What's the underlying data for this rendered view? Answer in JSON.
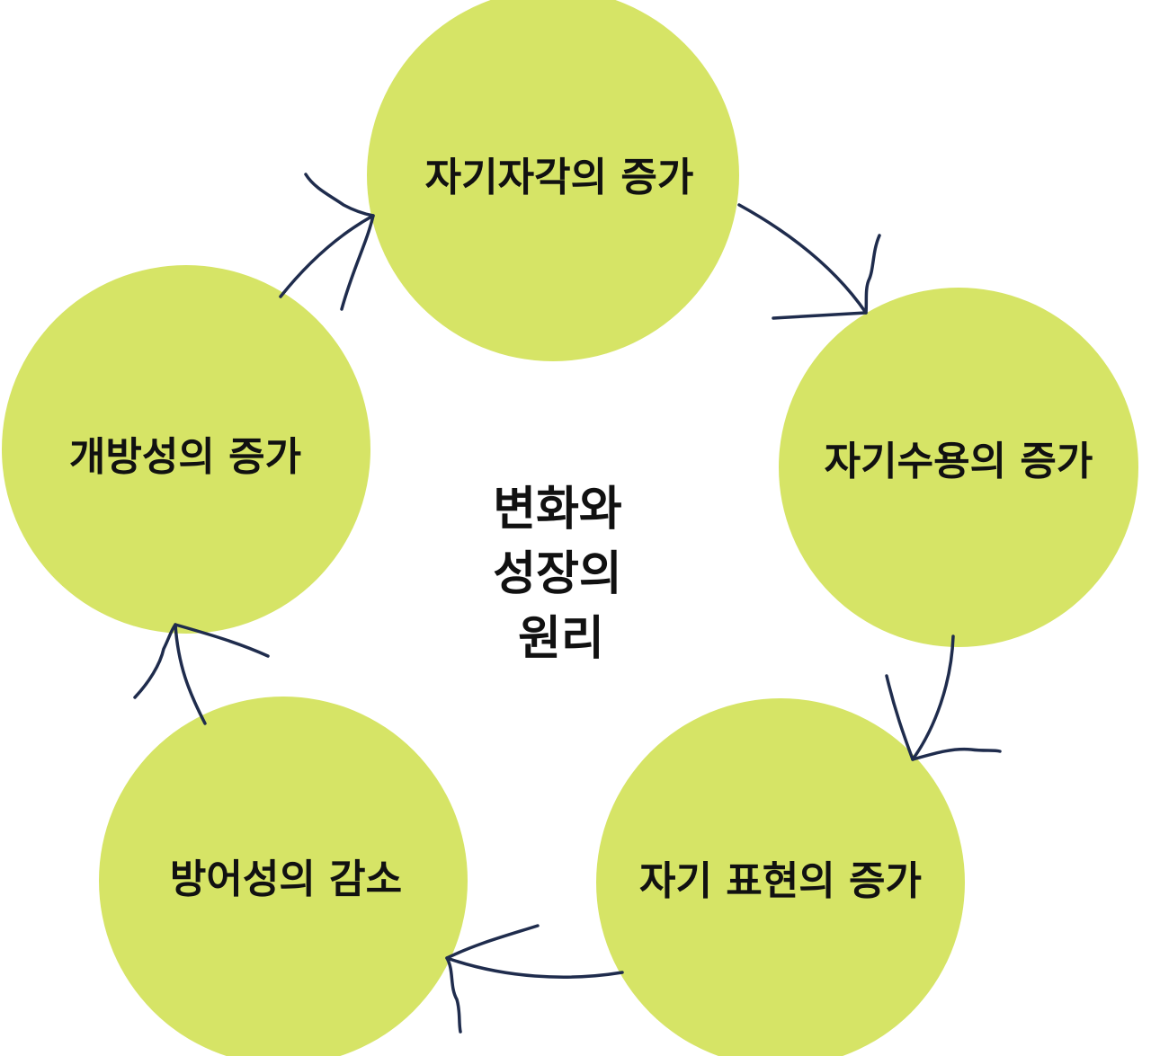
{
  "center": {
    "lines": [
      "변화와",
      "성장의",
      "원리"
    ]
  },
  "nodes": [
    {
      "id": "self-awareness",
      "label": "자기자각의 증가"
    },
    {
      "id": "self-acceptance",
      "label": "자기수용의 증가"
    },
    {
      "id": "self-expression",
      "label": "자기 표현의 증가"
    },
    {
      "id": "defensiveness",
      "label": "방어성의 감소"
    },
    {
      "id": "openness",
      "label": "개방성의 증가"
    }
  ],
  "colors": {
    "node_fill": "#d6e466",
    "arrow_stroke": "#1f2c4d",
    "text": "#111111"
  }
}
